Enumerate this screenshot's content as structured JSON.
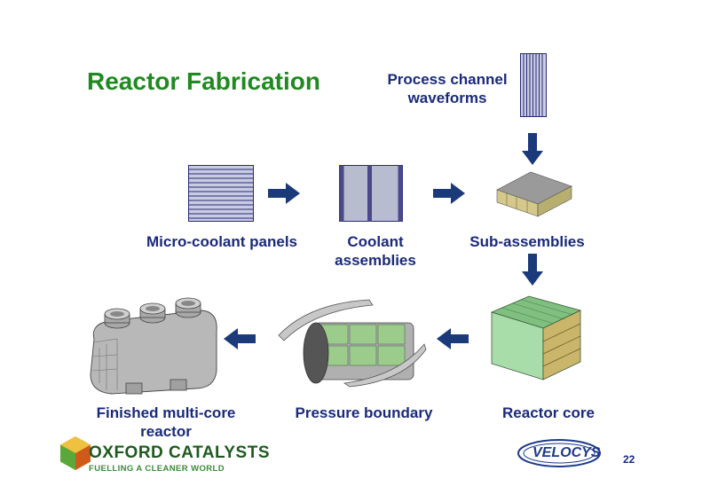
{
  "slide": {
    "title": "Reactor Fabrication",
    "page_number": "22"
  },
  "labels": {
    "process_channel": [
      "Process channel",
      "waveforms"
    ],
    "micro_coolant": "Micro-coolant panels",
    "coolant_assemblies": [
      "Coolant",
      "assemblies"
    ],
    "sub_assemblies": "Sub-assemblies",
    "reactor_core": "Reactor core",
    "pressure_boundary": "Pressure boundary",
    "finished_reactor": [
      "Finished multi-core",
      "reactor"
    ]
  },
  "logos": {
    "oxford_name": "OXFORD CATALYSTS",
    "oxford_tagline": "FUELLING A CLEANER WORLD",
    "velocys": "VELOCYS"
  },
  "colors": {
    "title_green": "#1f8a1f",
    "label_navy": "#1a2a7a",
    "arrow_navy": "#1a3a7a"
  }
}
